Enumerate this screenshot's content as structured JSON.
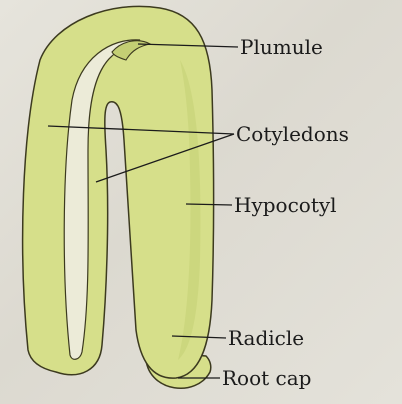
{
  "labels": {
    "plumule": "Plumule",
    "cotyledons": "Cotyledons",
    "hypocotyl": "Hypocotyl",
    "radicle": "Radicle",
    "root_cap": "Root cap"
  },
  "colors": {
    "tissue_fill": "#d6df8a",
    "tissue_shadow": "#c4cf74",
    "outline": "#3c3a1f",
    "gap": "#ecebd8"
  }
}
